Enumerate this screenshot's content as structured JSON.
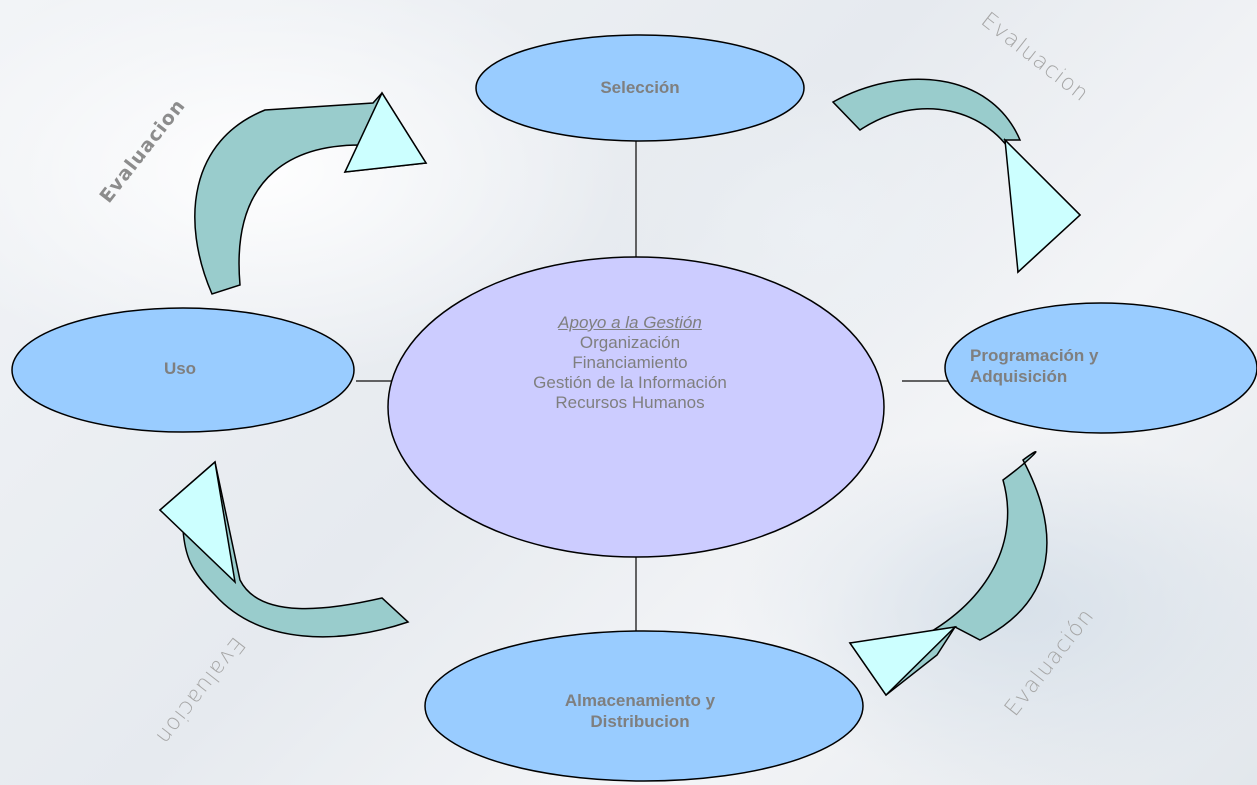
{
  "nodes": {
    "top": "Selección",
    "left": "Uso",
    "right_line1": "Programación y",
    "right_line2": "Adquisición",
    "bottom_line1": "Almacenamiento y",
    "bottom_line2": "Distribucion"
  },
  "center": {
    "title": "Apoyo a la Gestión",
    "items": [
      "Organización",
      "Financiamiento",
      "Gestión de la Información",
      "Recursos Humanos"
    ]
  },
  "labels": {
    "top_left": "Evaluacion",
    "top_right": "Evaluacion",
    "bottom_right": "Evaluación",
    "bottom_left": "Evaluacion"
  },
  "colors": {
    "node_fill": "#99ccff",
    "center_fill": "#ccccff",
    "arrow_fill_dark": "#99cccc",
    "arrow_fill_light": "#ccffff"
  }
}
